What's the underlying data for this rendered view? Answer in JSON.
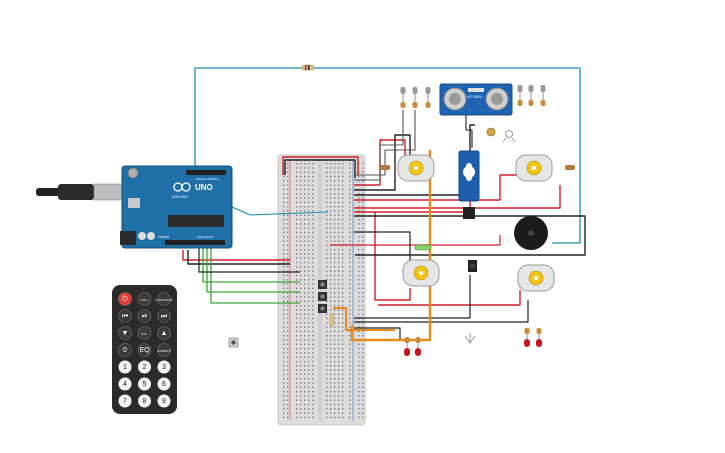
{
  "arduino": {
    "brand_text": "UNO",
    "sub_text": "ARDUINO",
    "power_label": "POWER",
    "analog_label": "ANALOG IN",
    "digital_label": "DIGITAL (PWM~)"
  },
  "ultrasonic": {
    "model": "HC-SR04"
  },
  "remote": {
    "buttons": [
      {
        "label": "⏻",
        "name": "remote-power-button"
      },
      {
        "label": "VOL+",
        "name": "remote-vol-up-button"
      },
      {
        "label": "FUNC/STOP",
        "name": "remote-func-stop-button"
      },
      {
        "label": "⏮",
        "name": "remote-prev-button"
      },
      {
        "label": "⏯",
        "name": "remote-play-pause-button"
      },
      {
        "label": "⏭",
        "name": "remote-next-button"
      },
      {
        "label": "▼",
        "name": "remote-down-button"
      },
      {
        "label": "VOL-",
        "name": "remote-vol-down-button"
      },
      {
        "label": "▲",
        "name": "remote-up-button"
      },
      {
        "label": "0",
        "name": "remote-0-button"
      },
      {
        "label": "EQ",
        "name": "remote-eq-button"
      },
      {
        "label": "ST/REPT",
        "name": "remote-st-rept-button"
      },
      {
        "label": "1",
        "name": "remote-1-button"
      },
      {
        "label": "2",
        "name": "remote-2-button"
      },
      {
        "label": "3",
        "name": "remote-3-button"
      },
      {
        "label": "4",
        "name": "remote-4-button"
      },
      {
        "label": "5",
        "name": "remote-5-button"
      },
      {
        "label": "6",
        "name": "remote-6-button"
      },
      {
        "label": "7",
        "name": "remote-7-button"
      },
      {
        "label": "8",
        "name": "remote-8-button"
      },
      {
        "label": "9",
        "name": "remote-9-button"
      }
    ]
  },
  "colors": {
    "arduino_board": "#1f6fa8",
    "breadboard": "#dcdcdc",
    "wire_red": "#d0212a",
    "wire_black": "#222222",
    "wire_green": "#3aa537",
    "wire_teal": "#1e8fb0",
    "wire_orange": "#e8891c",
    "motor_body": "#e6e6e6",
    "motor_hub": "#f2c318",
    "led_red": "#c8151b",
    "remote_body": "#2b2b2b",
    "buzzer": "#1b1b1b"
  }
}
